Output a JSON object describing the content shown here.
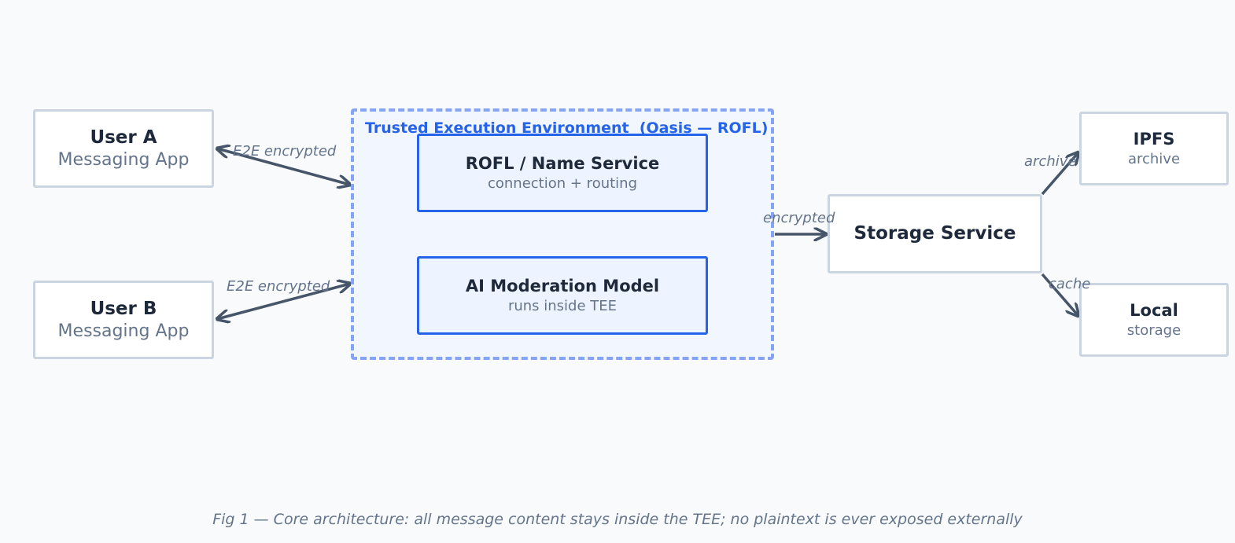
{
  "nodes": {
    "user_a": {
      "title": "User A",
      "subtitle": "Messaging App"
    },
    "user_b": {
      "title": "User B",
      "subtitle": "Messaging App"
    },
    "tee": {
      "title": "Trusted Execution Environment  (Oasis — ROFL)"
    },
    "rofl": {
      "title": "ROFL / Name Service",
      "subtitle": "connection + routing"
    },
    "ai_model": {
      "title": "AI Moderation Model",
      "subtitle": "runs inside TEE"
    },
    "storage": {
      "title": "Storage Service"
    },
    "ipfs": {
      "title": "IPFS",
      "subtitle": "archive"
    },
    "local": {
      "title": "Local",
      "subtitle": "storage"
    }
  },
  "edges": {
    "a_to_tee": "E2E encrypted",
    "b_to_tee": "E2E encrypted",
    "tee_to_storage": "encrypted",
    "storage_to_ipfs": "archive",
    "storage_to_local": "cache"
  },
  "caption": "Fig 1 — Core architecture: all message content stays inside the TEE; no plaintext is ever exposed externally",
  "colors": {
    "accent": "#2563eb",
    "tee_border": "#86a4f4",
    "box_border": "#cbd5e1",
    "arrow": "#475569",
    "text_dark": "#1e293b",
    "text_muted": "#64748b",
    "background": "#f8fafc"
  }
}
